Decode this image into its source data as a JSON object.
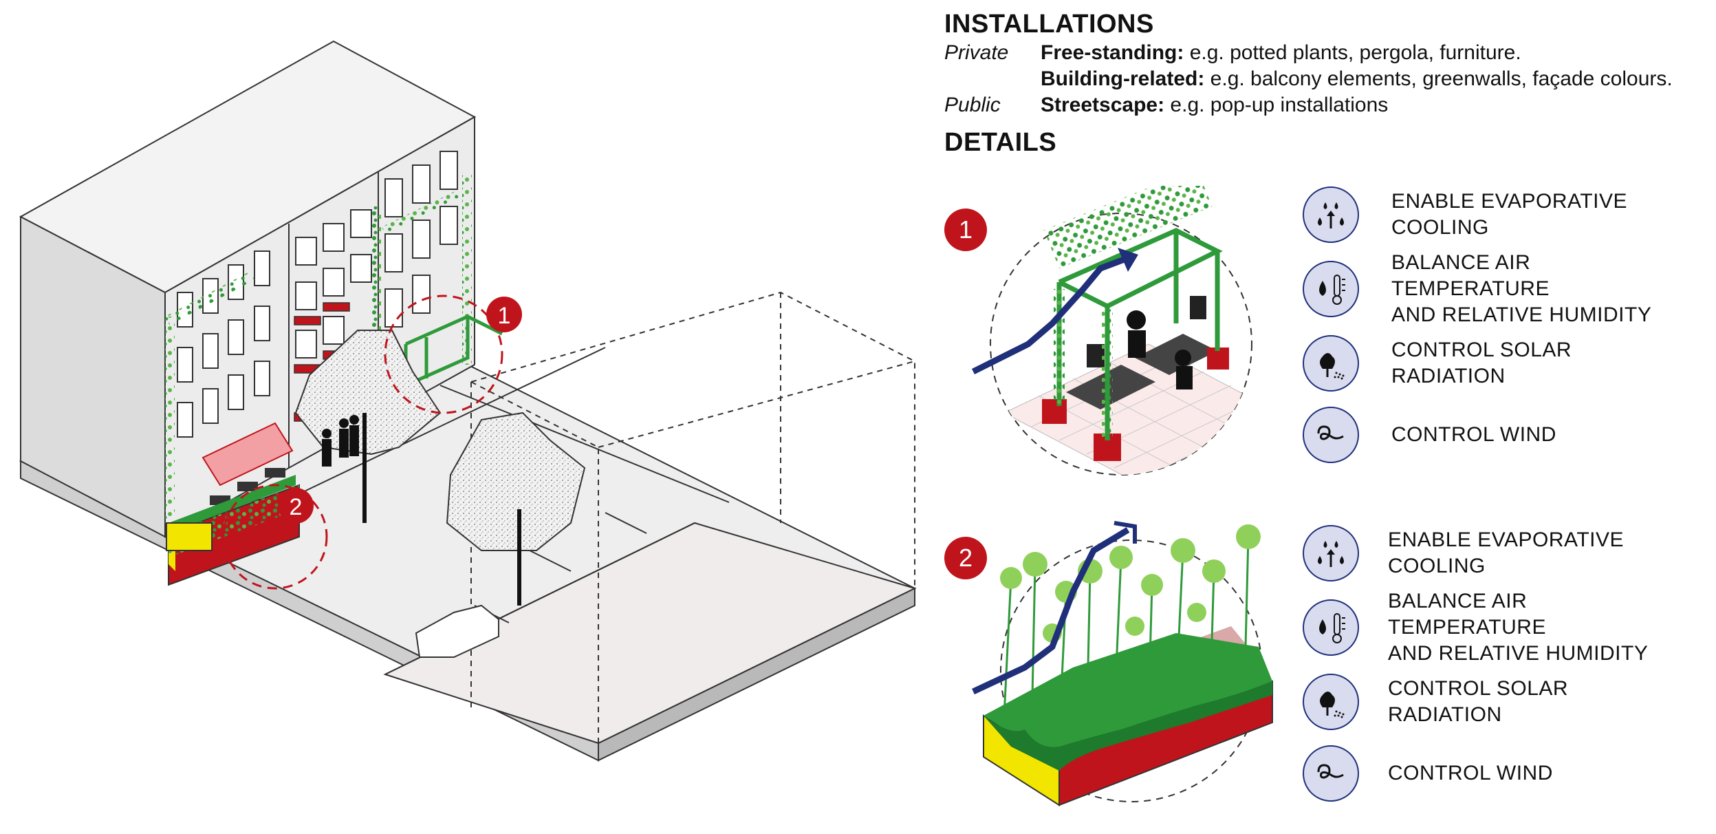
{
  "installations": {
    "heading": "INSTALLATIONS",
    "rows": [
      {
        "category": "Private",
        "term": "Free-standing:",
        "desc": " e.g. potted plants, pergola, furniture."
      },
      {
        "category": "",
        "term": "Building-related:",
        "desc": " e.g. balcony elements, greenwalls, façade colours."
      },
      {
        "category": "Public",
        "term": "Streetscape:",
        "desc": " e.g. pop-up installations"
      }
    ]
  },
  "details": {
    "heading": "DETAILS",
    "groups": [
      {
        "number": "1",
        "items": [
          {
            "icon": "evaporation-icon",
            "line1": "ENABLE EVAPORATIVE",
            "line2": "COOLING"
          },
          {
            "icon": "thermometer-humidity-icon",
            "line1": "BALANCE AIR TEMPERATURE",
            "line2": "AND RELATIVE HUMIDITY"
          },
          {
            "icon": "solar-radiation-icon",
            "line1": "CONTROL SOLAR",
            "line2": "RADIATION"
          },
          {
            "icon": "wind-icon",
            "line1": "CONTROL WIND",
            "line2": ""
          }
        ]
      },
      {
        "number": "2",
        "items": [
          {
            "icon": "evaporation-icon",
            "line1": "ENABLE EVAPORATIVE",
            "line2": "COOLING"
          },
          {
            "icon": "thermometer-humidity-icon",
            "line1": "BALANCE AIR TEMPERATURE",
            "line2": "AND RELATIVE HUMIDITY"
          },
          {
            "icon": "solar-radiation-icon",
            "line1": "CONTROL SOLAR",
            "line2": "RADIATION"
          },
          {
            "icon": "wind-icon",
            "line1": "CONTROL WIND",
            "line2": ""
          }
        ]
      }
    ]
  },
  "scene_markers": [
    "1",
    "2"
  ],
  "colors": {
    "accent_red": "#c0141c",
    "plant_green": "#2f9a3a",
    "icon_fill": "#d9dcef",
    "navy_arrow": "#1f2f7a",
    "planter_yellow": "#f2e600"
  }
}
